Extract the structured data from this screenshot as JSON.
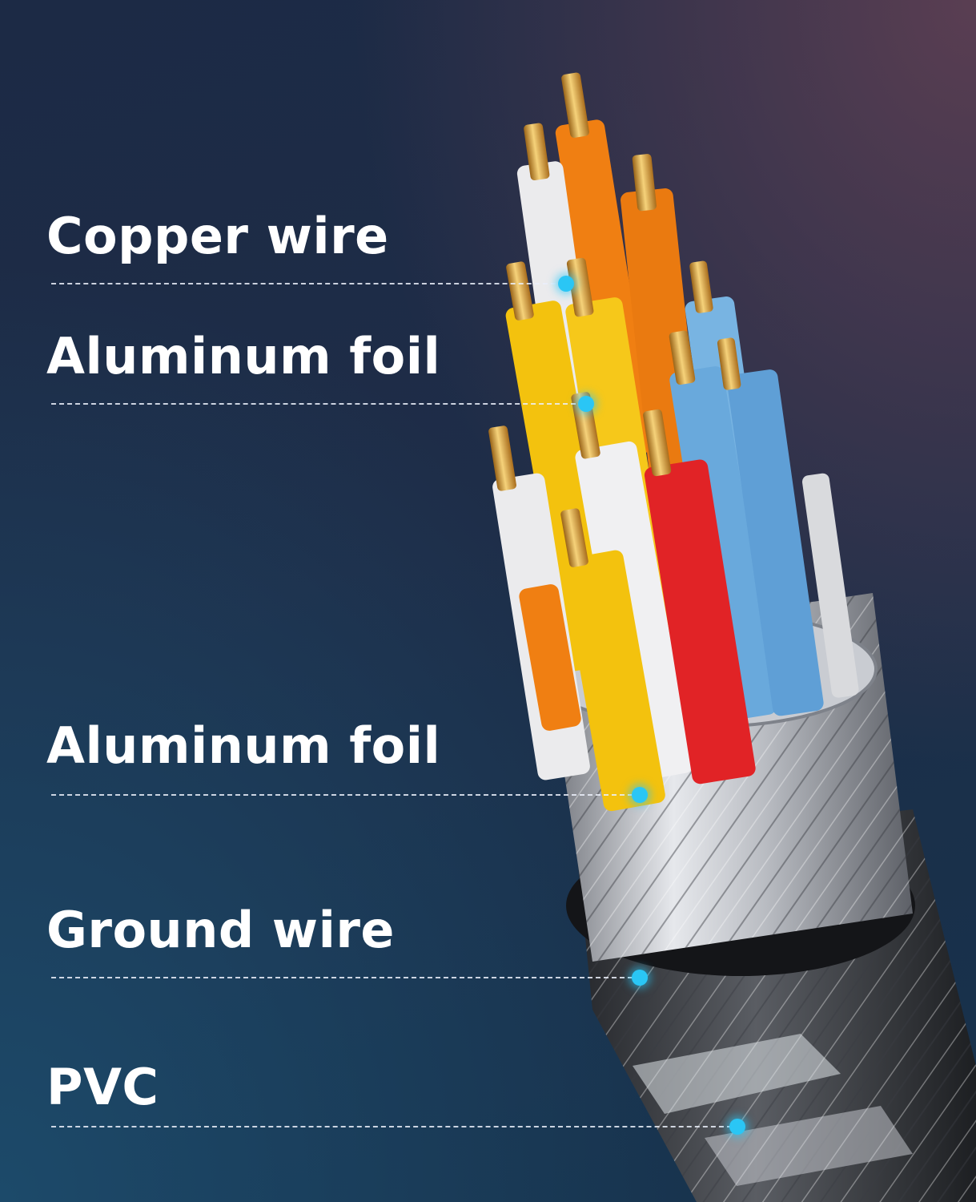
{
  "labels": {
    "copper": "Copper wire",
    "foil1": "Aluminum foil",
    "foil2": "Aluminum foil",
    "ground": "Ground wire",
    "pvc": "PVC"
  },
  "colors": {
    "marker": "#2ac6f5",
    "wire_orange": "#f07f12",
    "wire_white": "#ebebed",
    "wire_yellow": "#f3c20e",
    "wire_blue": "#69a9dc",
    "wire_red": "#e12326",
    "conductor": "#e0a43a"
  }
}
